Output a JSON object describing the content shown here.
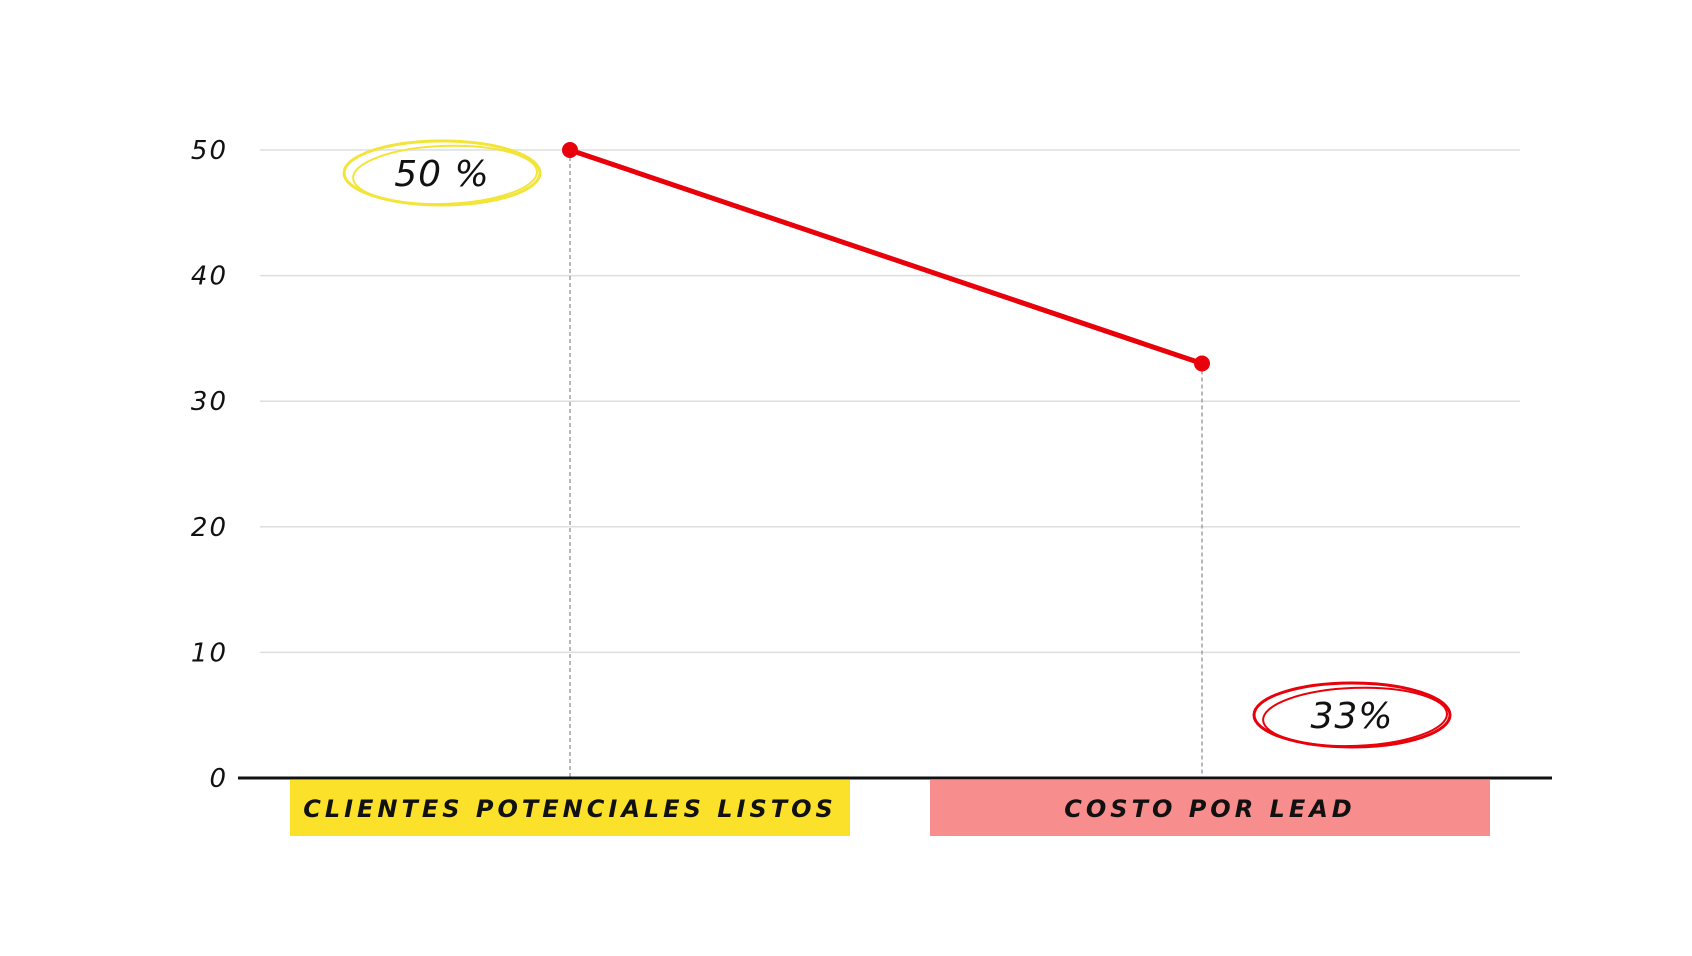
{
  "chart_data": {
    "type": "line",
    "title": "",
    "xlabel": "",
    "ylabel": "",
    "categories": [
      "CLIENTES POTENCIALES LISTOS",
      "COSTO POR LEAD"
    ],
    "series": [
      {
        "values": [
          50,
          33
        ]
      }
    ],
    "ylim": [
      0,
      50
    ],
    "yticks": [
      0,
      10,
      20,
      30,
      40,
      50
    ],
    "ytick_labels": [
      "0",
      "10",
      "20",
      "30",
      "40",
      "50"
    ],
    "grid": true,
    "legend": "none",
    "annotations": [
      "50 %",
      "33%"
    ],
    "colors": {
      "line": "#e8000b",
      "grid": "#dddddd",
      "axis": "#111111",
      "guide": "#a0a0a0",
      "category_fills": [
        "#fbe12a",
        "#f78d8d"
      ],
      "annotation_rings": [
        "#f3e43a",
        "#e8000b"
      ]
    }
  }
}
